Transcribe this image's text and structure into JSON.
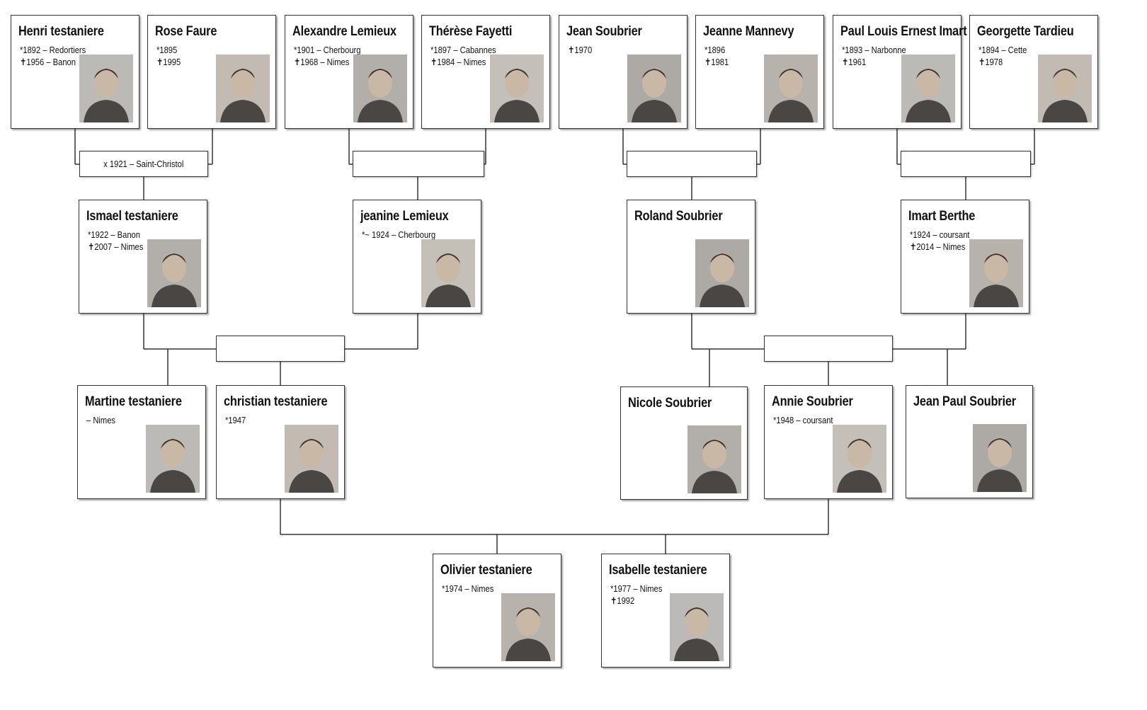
{
  "people": [
    {
      "id": "henri",
      "name": "Henri testaniere",
      "lines": [
        "*1892 – Redortiers",
        "✝1956 – Banon"
      ],
      "icon": "portrait-photo-icon"
    },
    {
      "id": "rose",
      "name": "Rose Faure",
      "lines": [
        "*1895",
        "✝1995"
      ],
      "icon": "portrait-photo-icon"
    },
    {
      "id": "alexandre",
      "name": "Alexandre Lemieux",
      "lines": [
        "*1901 – Cherbourg",
        "✝1968 – Nimes"
      ],
      "icon": "portrait-photo-icon"
    },
    {
      "id": "therese",
      "name": "Thérèse Fayetti",
      "lines": [
        "*1897 – Cabannes",
        "✝1984 – Nimes"
      ],
      "icon": "portrait-photo-icon"
    },
    {
      "id": "jean",
      "name": "Jean Soubrier",
      "lines": [
        "✝1970"
      ],
      "icon": "portrait-photo-icon"
    },
    {
      "id": "jeanne",
      "name": "Jeanne Mannevy",
      "lines": [
        "*1896",
        "✝1981"
      ],
      "icon": "portrait-photo-icon"
    },
    {
      "id": "paul",
      "name": "Paul Louis Ernest Imart",
      "lines": [
        "*1893 – Narbonne",
        "✝1961"
      ],
      "icon": "portrait-photo-icon"
    },
    {
      "id": "georgette",
      "name": "Georgette Tardieu",
      "lines": [
        "*1894 – Cette",
        "✝1978"
      ],
      "icon": "portrait-photo-icon"
    },
    {
      "id": "ismael",
      "name": "Ismael testaniere",
      "lines": [
        "*1922 – Banon",
        "✝2007 – Nimes"
      ],
      "icon": "portrait-photo-icon"
    },
    {
      "id": "jeanine",
      "name": "jeanine Lemieux",
      "lines": [
        "*~ 1924 – Cherbourg"
      ],
      "icon": "portrait-photo-icon"
    },
    {
      "id": "roland",
      "name": "Roland Soubrier",
      "lines": [],
      "icon": "portrait-photo-icon"
    },
    {
      "id": "imart",
      "name": "Imart Berthe",
      "lines": [
        "*1924 – coursant",
        "✝2014 – Nimes"
      ],
      "icon": "portrait-photo-icon"
    },
    {
      "id": "martine",
      "name": "Martine testaniere",
      "lines": [
        "– Nimes"
      ],
      "icon": "portrait-photo-icon"
    },
    {
      "id": "christian",
      "name": "christian testaniere",
      "lines": [
        "*1947"
      ],
      "icon": "portrait-photo-icon"
    },
    {
      "id": "nicole",
      "name": "Nicole Soubrier",
      "lines": [],
      "icon": "portrait-photo-icon"
    },
    {
      "id": "annie",
      "name": "Annie Soubrier",
      "lines": [
        "*1948 – coursant"
      ],
      "icon": "portrait-photo-icon"
    },
    {
      "id": "jeanpaul",
      "name": "Jean Paul Soubrier",
      "lines": [],
      "icon": "portrait-photo-icon"
    },
    {
      "id": "olivier",
      "name": "Olivier testaniere",
      "lines": [
        "*1974 – Nimes"
      ],
      "icon": "portrait-photo-icon"
    },
    {
      "id": "isabelle",
      "name": "Isabelle testaniere",
      "lines": [
        "*1977 – Nimes",
        "✝1992"
      ],
      "icon": "portrait-photo-icon"
    }
  ],
  "marriages": [
    {
      "id": "m1",
      "text": "x 1921 – Saint-Christol"
    },
    {
      "id": "m2",
      "text": ""
    },
    {
      "id": "m3",
      "text": ""
    },
    {
      "id": "m4",
      "text": ""
    },
    {
      "id": "m5",
      "text": ""
    },
    {
      "id": "m6",
      "text": ""
    }
  ],
  "colors": {
    "border": "#333333",
    "line": "#333333",
    "text": "#111111",
    "background": "#ffffff"
  }
}
